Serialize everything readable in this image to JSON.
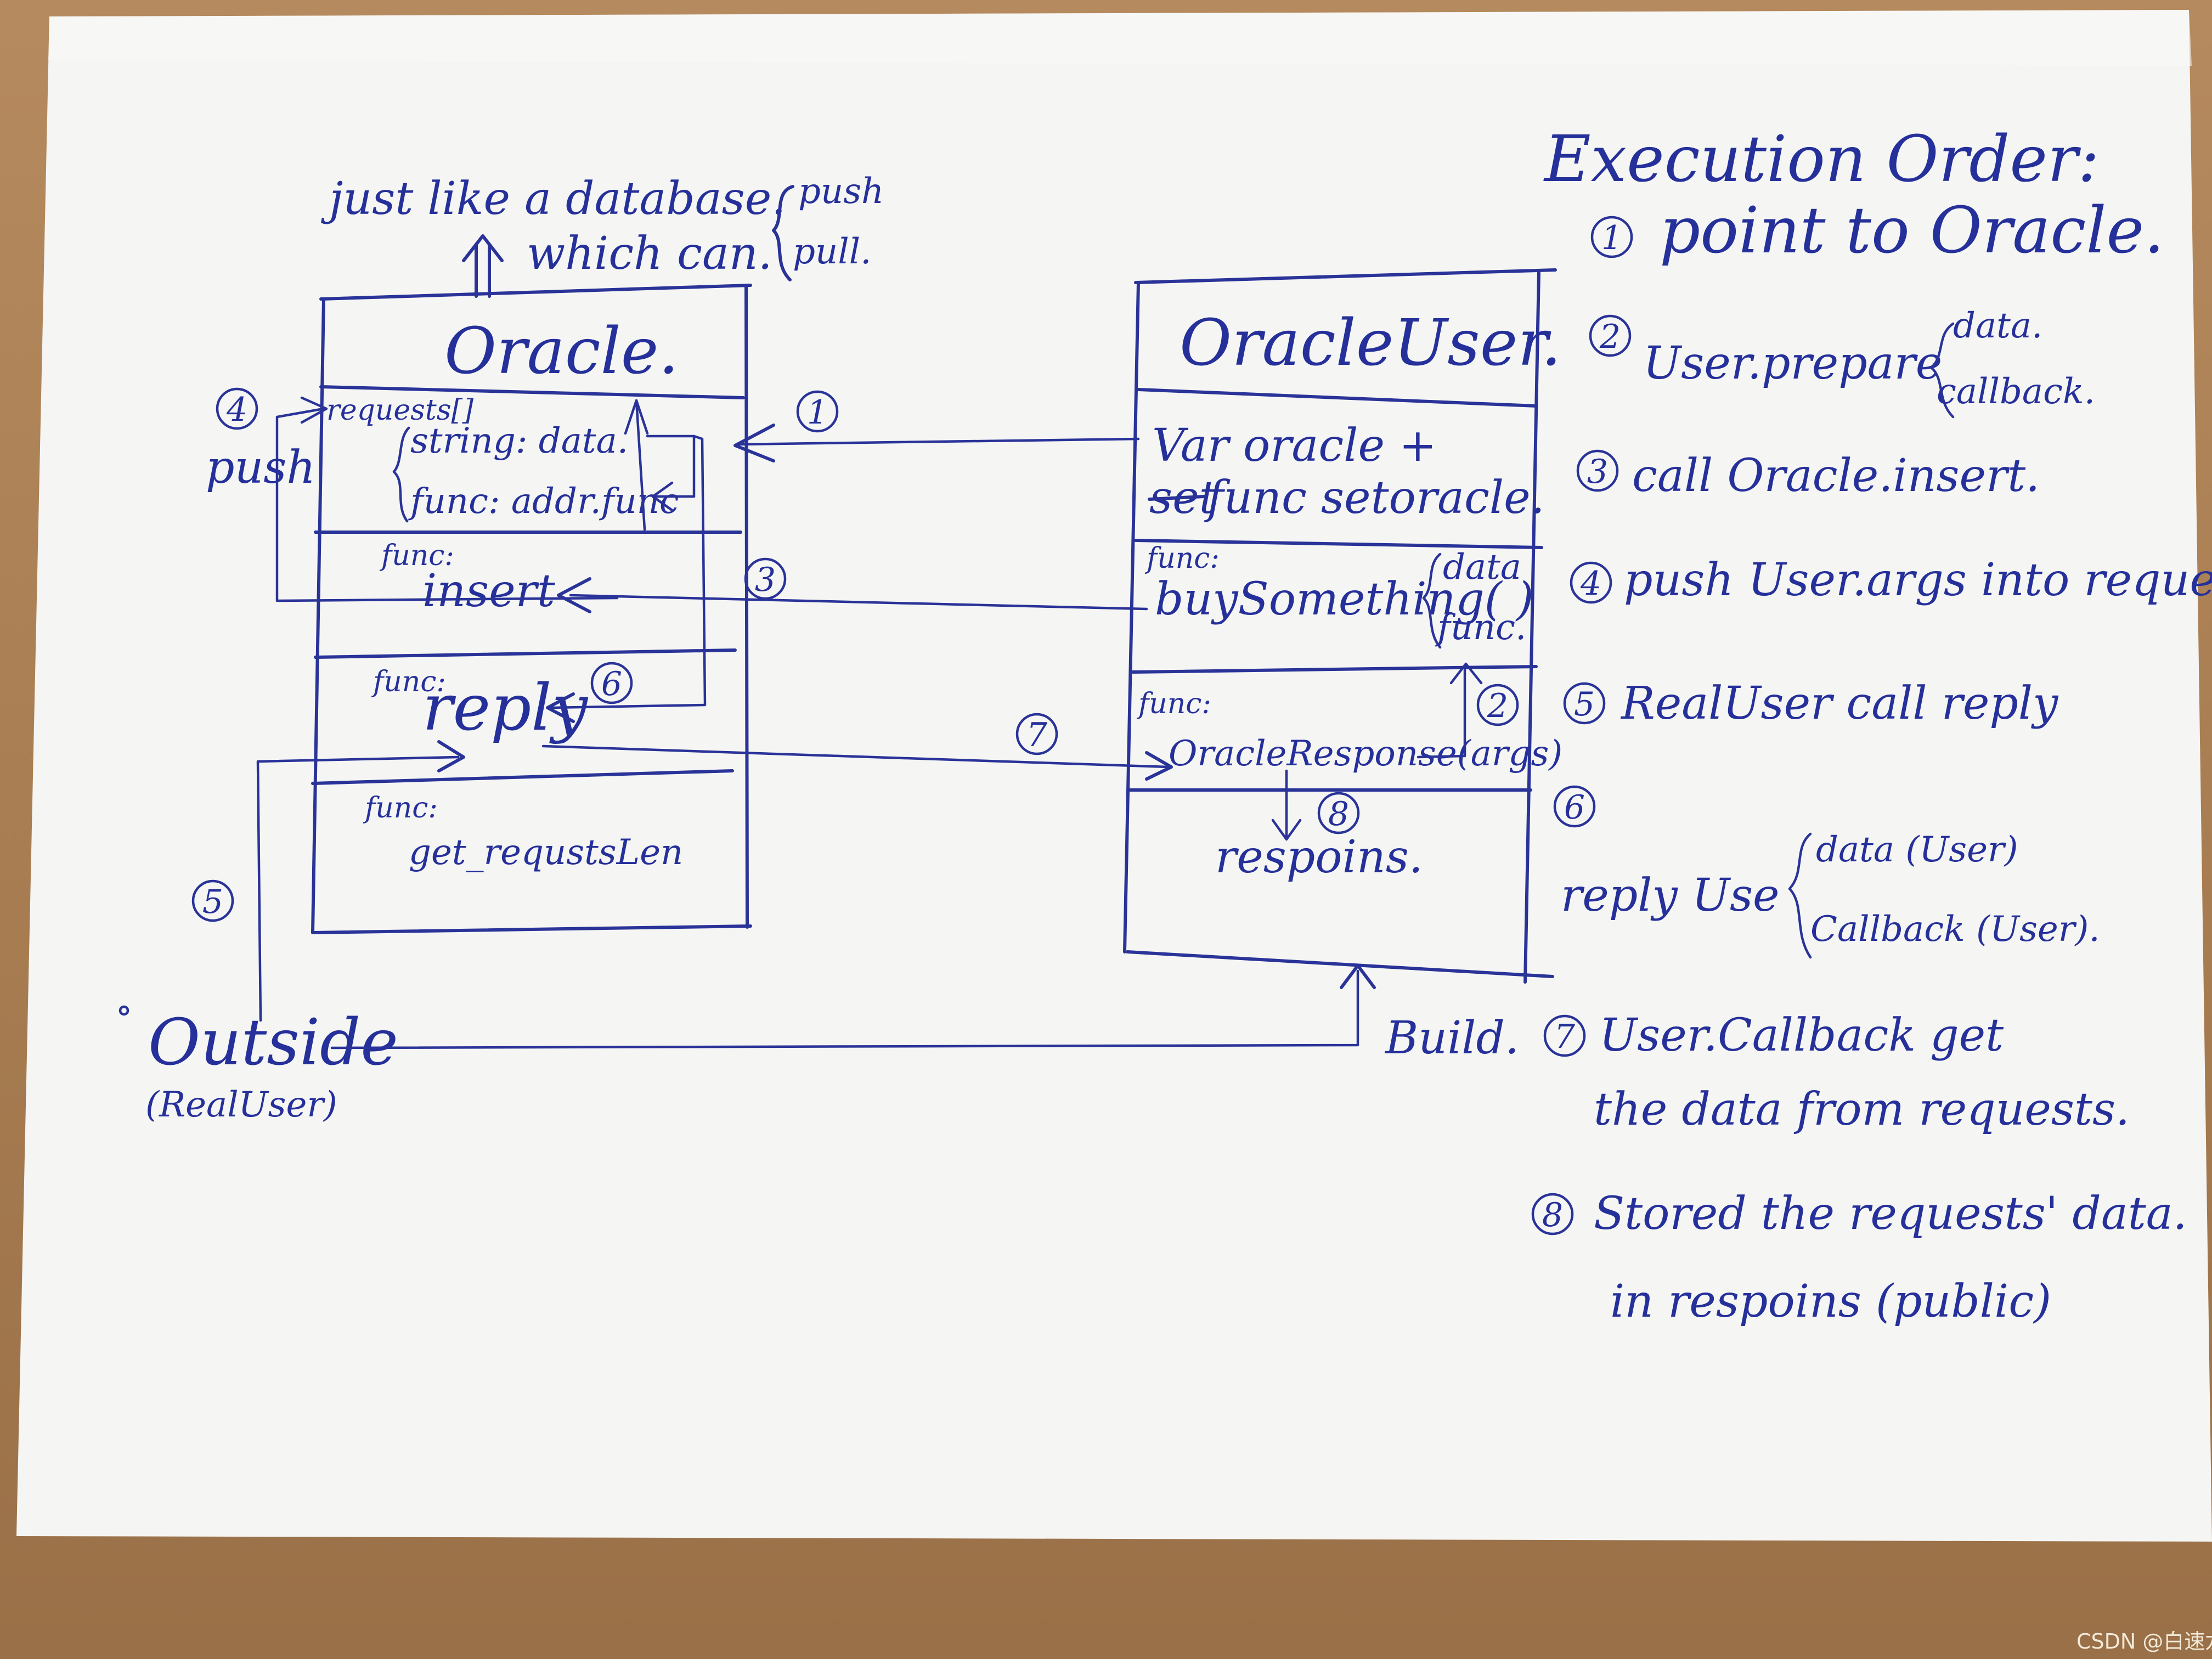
{
  "header_note": {
    "line1": "just like a database.",
    "line2": "which can.",
    "opt1": "push",
    "opt2": "pull."
  },
  "oracle": {
    "title": "Oracle.",
    "requests": "requests[]",
    "field_data": "string: data.",
    "field_func": "func: addr.func",
    "insert_kw": "func:",
    "insert": "insert",
    "reply_kw": "func:",
    "reply": "reply",
    "len_kw": "func:",
    "len": "get_requstsLen"
  },
  "oracle_user": {
    "title": "OracleUser.",
    "var": "Var oracle +",
    "setter_struck": "set",
    "setter": "func setoracle.",
    "buy_kw": "func:",
    "buy": "buySomething( )",
    "buy_arg1": "data",
    "buy_arg2": "func.",
    "resp_kw": "func:",
    "resp": "OracleResponse(args)",
    "respoins": "respoins."
  },
  "outside": {
    "name": "Outside",
    "sub": "(RealUser)",
    "build": "Build.",
    "push_label": "push"
  },
  "markers": {
    "m1": "1",
    "m2": "2",
    "m3": "3",
    "m4": "4",
    "m5": "5",
    "m6": "6",
    "m7": "7",
    "m8": "8"
  },
  "execution_order": {
    "title": "Execution Order:",
    "steps": [
      {
        "num": "1",
        "text": "point to Oracle."
      },
      {
        "num": "2",
        "text": "User.prepare",
        "opt1": "data.",
        "opt2": "callback."
      },
      {
        "num": "3",
        "text": "call Oracle.insert."
      },
      {
        "num": "4",
        "text": "push User.args into requests."
      },
      {
        "num": "5",
        "text": "RealUser call reply"
      },
      {
        "num": "6",
        "text": "reply Use",
        "opt1": "data (User)",
        "opt2": "Callback (User)."
      },
      {
        "num": "7",
        "text": "User.Callback get",
        "text2": "the data from requests."
      },
      {
        "num": "8",
        "text": "Stored the requests' data.",
        "text2": "in respoins (public)"
      }
    ]
  },
  "watermark": "CSDN @白速龙王的回眸"
}
